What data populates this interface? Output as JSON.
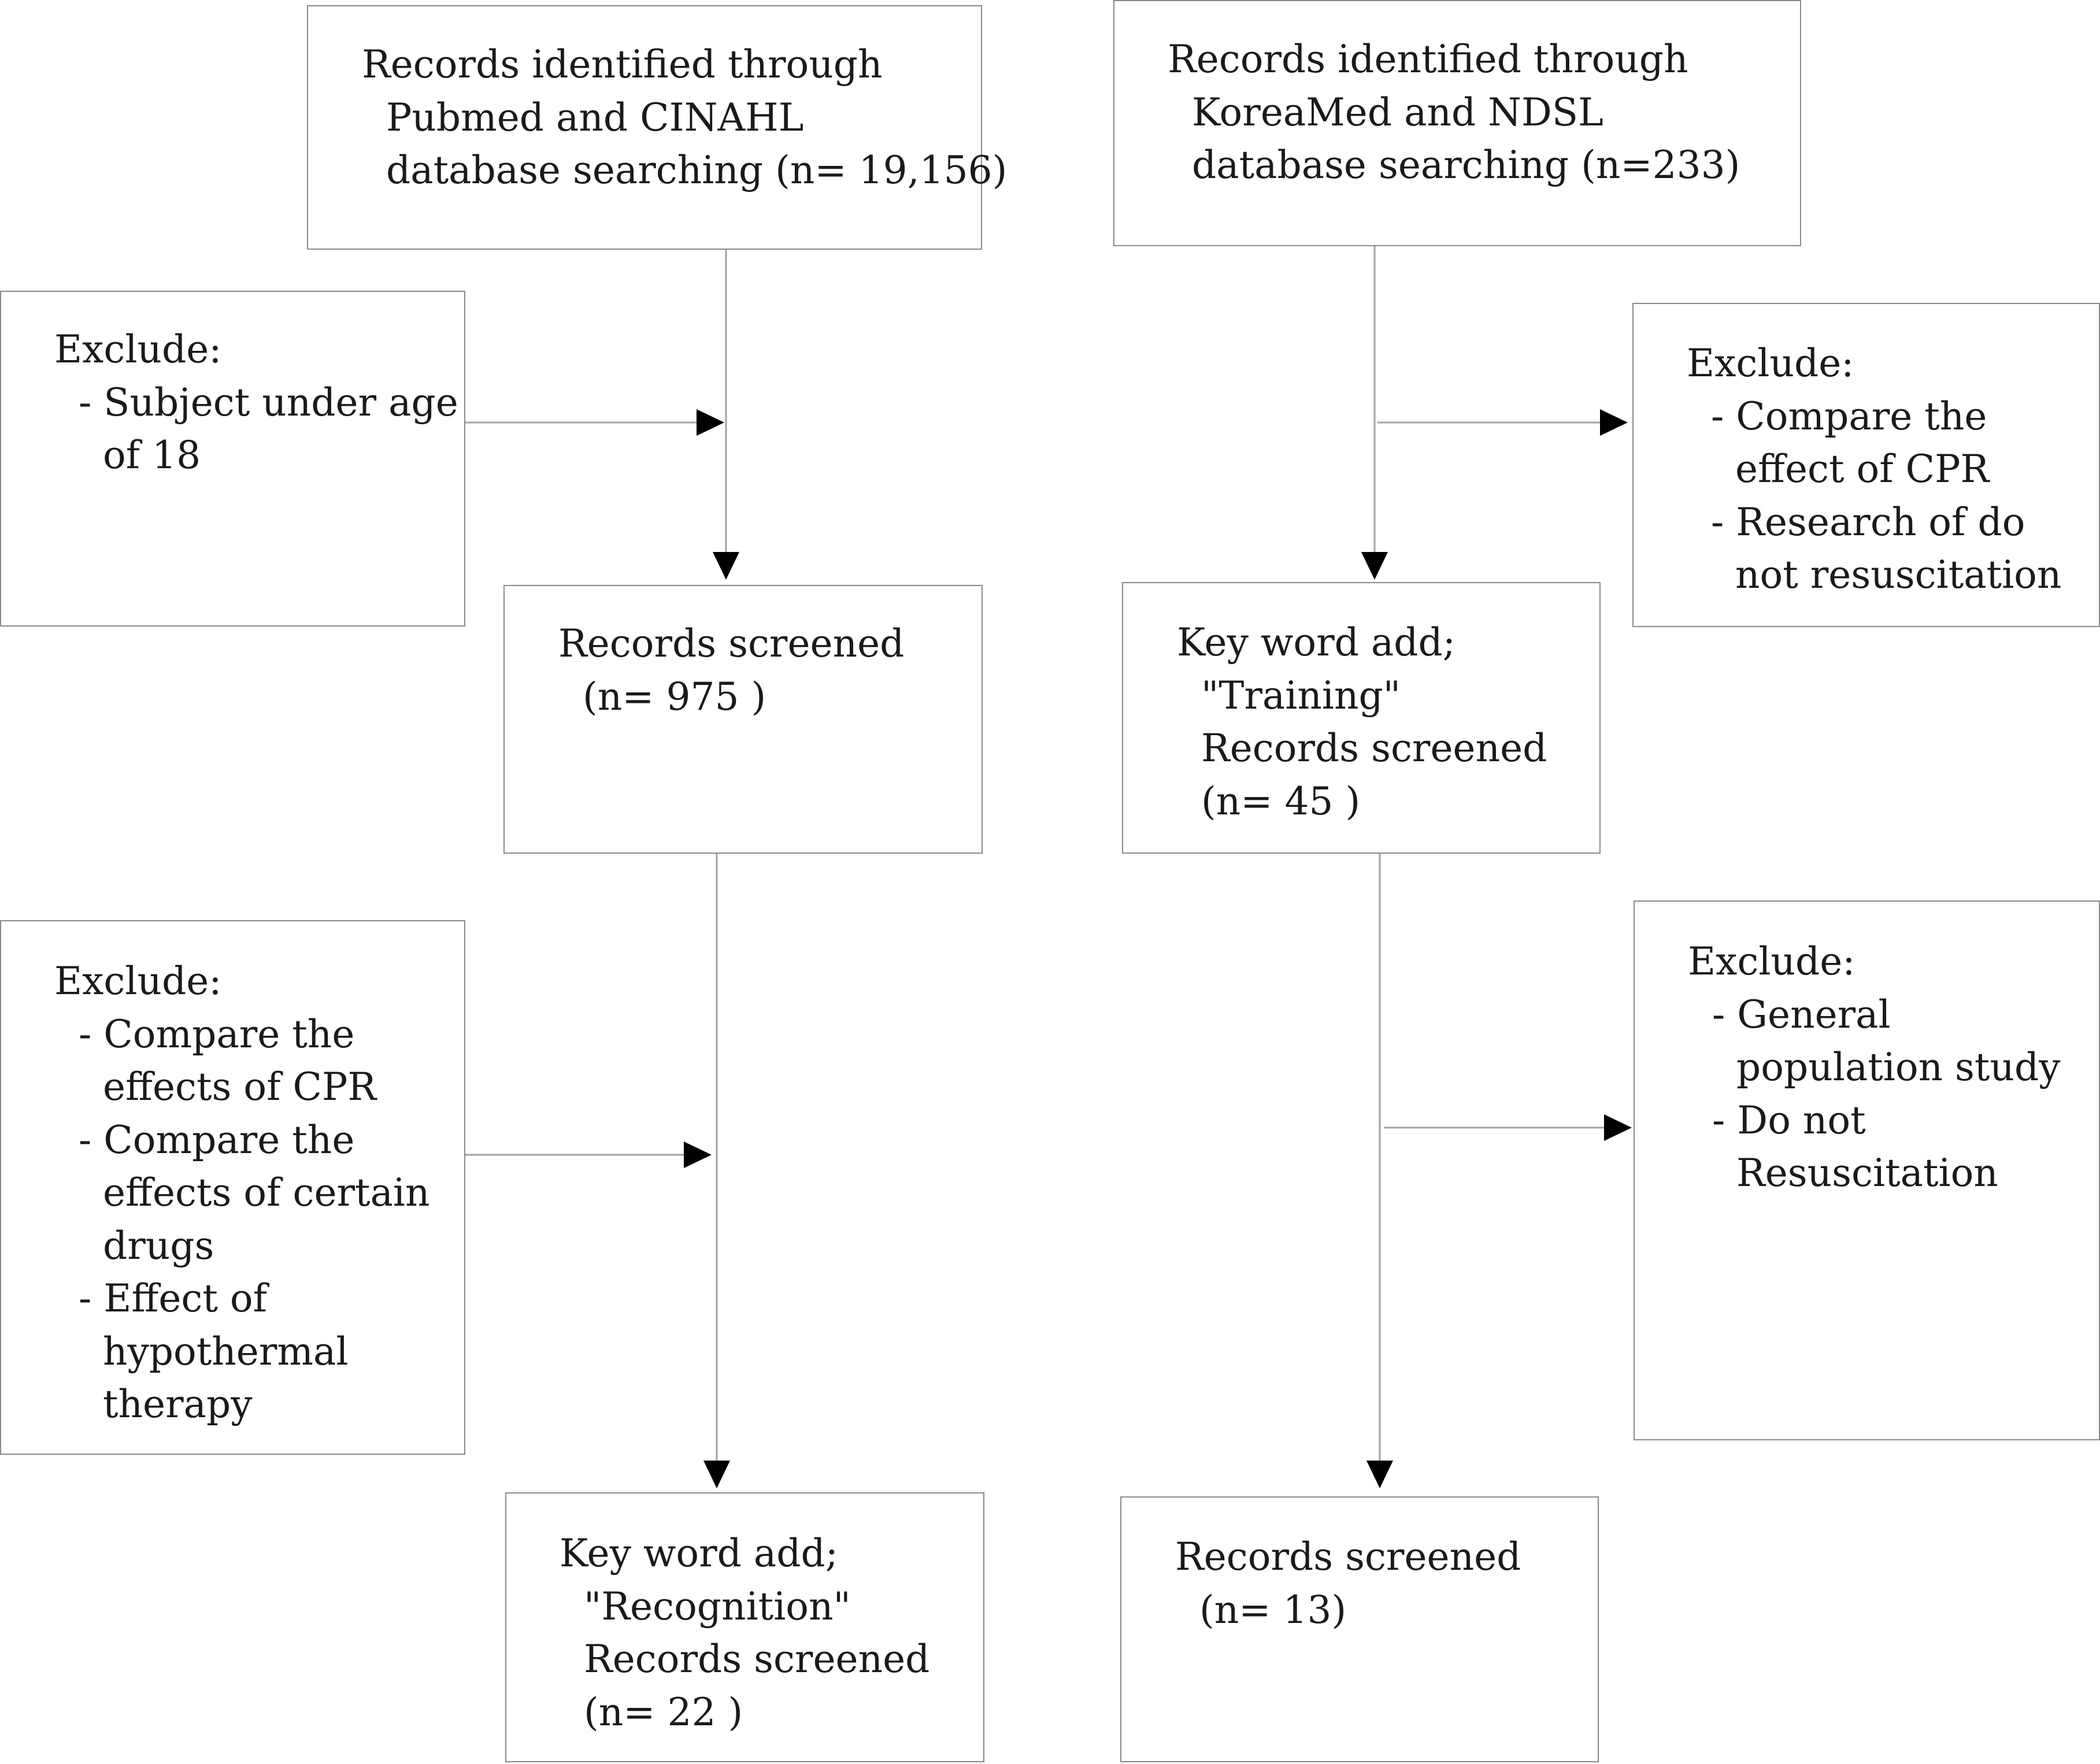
{
  "left_column": {
    "identified": {
      "lines": [
        "Records identified through",
        "Pubmed and CINAHL",
        "database searching (n= 19,156)"
      ]
    },
    "exclude_1": {
      "heading": "Exclude:",
      "items": [
        {
          "dash": "- ",
          "first": "Subject under age",
          "rest": [
            "of 18"
          ]
        }
      ]
    },
    "screened_1": {
      "lines": [
        "Records screened",
        "(n= 975 )"
      ]
    },
    "exclude_2": {
      "heading": "Exclude:",
      "items": [
        {
          "dash": "- ",
          "first": "Compare the",
          "rest": [
            "effects of CPR"
          ]
        },
        {
          "dash": "- ",
          "first": "Compare the",
          "rest": [
            "effects of certain",
            "drugs"
          ]
        },
        {
          "dash": "- ",
          "first": "Effect of",
          "rest": [
            "hypothermal",
            "therapy"
          ]
        }
      ]
    },
    "final": {
      "lines": [
        "Key word add;",
        "\"Recognition\"",
        "Records screened",
        "(n= 22 )"
      ]
    }
  },
  "right_column": {
    "identified": {
      "lines": [
        "Records identified through",
        "KoreaMed and NDSL",
        "database searching (n=233)"
      ]
    },
    "exclude_1": {
      "heading": "Exclude:",
      "items": [
        {
          "dash": "- ",
          "first": "Compare the",
          "rest": [
            "effect of CPR"
          ]
        },
        {
          "dash": "- ",
          "first": "Research of do",
          "rest": [
            "not resuscitation"
          ]
        }
      ]
    },
    "screened_1": {
      "lines": [
        "Key word add;",
        "\"Training\"",
        "Records screened",
        "(n= 45 )"
      ]
    },
    "exclude_2": {
      "heading": "Exclude:",
      "items": [
        {
          "dash": "- ",
          "first": "General",
          "rest": [
            "population study"
          ]
        },
        {
          "dash": "- ",
          "first": "Do not",
          "rest": [
            "Resuscitation"
          ]
        }
      ]
    },
    "final": {
      "lines": [
        "Records screened",
        "(n= 13)"
      ]
    }
  },
  "colors": {
    "box_border": "#8a8a8a",
    "connector_line": "#a0a0a0",
    "arrowhead": "#000000",
    "text": "#1a1a1a"
  }
}
